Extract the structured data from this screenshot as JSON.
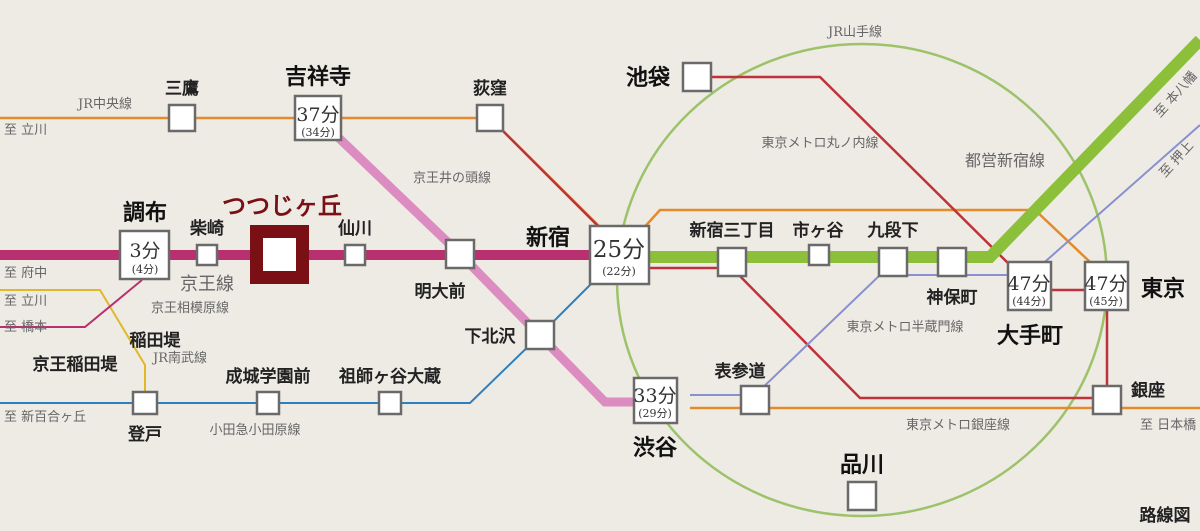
{
  "title": "路線図",
  "colors": {
    "keio": "#b8306f",
    "inokashira": "#dc8cc0",
    "chuo": "#e48a2a",
    "marunouchi": "#c0323a",
    "odakyu": "#2f7fbf",
    "shinjuku_line": "#8cbf3a",
    "hanzomon": "#8a8fd0",
    "ginza": "#e48a2a",
    "yamanote": "#9cc26a",
    "nambu": "#e0b82a",
    "target": "#7a0f16"
  },
  "lines": {
    "chuo": "JR中央線",
    "inokashira": "京王井の頭線",
    "keio": "京王線",
    "sagamihara": "京王相模原線",
    "nambu": "JR南武線",
    "odakyu": "小田急小田原線",
    "marunouchi": "東京メトロ丸ノ内線",
    "shinjuku_line": "都営新宿線",
    "yamanote": "JR山手線",
    "hanzomon": "東京メトロ半蔵門線",
    "ginza": "東京メトロ銀座線"
  },
  "directions": {
    "tachikawa_chuo": "至 立川",
    "fuchu": "至 府中",
    "tachikawa_nambu": "至 立川",
    "hashimoto": "至 橋本",
    "shinyurigaoka": "至 新百合ヶ丘",
    "nihonbashi": "至 日本橋",
    "motoyawata": "至 本八幡",
    "oshiage": "至 押上"
  },
  "stations": {
    "mitaka": "三鷹",
    "kichijoji": "吉祥寺",
    "ogikubo": "荻窪",
    "chofu": "調布",
    "shibasaki": "柴崎",
    "tsutsujigaoka": "つつじヶ丘",
    "sengawa": "仙川",
    "meidaimae": "明大前",
    "shinjuku": "新宿",
    "shimokitazawa": "下北沢",
    "shibuya": "渋谷",
    "omotesando": "表参道",
    "shinjuku3": "新宿三丁目",
    "ichigaya": "市ヶ谷",
    "kudanshita": "九段下",
    "jimbocho": "神保町",
    "otemachi": "大手町",
    "tokyo": "東京",
    "ginza": "銀座",
    "ikebukuro": "池袋",
    "shinagawa": "品川",
    "noborito": "登戸",
    "seijo": "成城学園前",
    "soshigaya": "祖師ヶ谷大蔵",
    "inadazutsumi": "稲田堤",
    "keio_inadazutsumi": "京王稲田堤"
  },
  "times": {
    "kichijoji": {
      "main": "37分",
      "sub": "(34分)"
    },
    "chofu": {
      "main": "3分",
      "sub": "(4分)"
    },
    "shinjuku": {
      "main": "25分",
      "sub": "(22分)"
    },
    "shibuya": {
      "main": "33分",
      "sub": "(29分)"
    },
    "otemachi": {
      "main": "47分",
      "sub": "(44分)"
    },
    "tokyo": {
      "main": "47分",
      "sub": "(45分)"
    }
  }
}
